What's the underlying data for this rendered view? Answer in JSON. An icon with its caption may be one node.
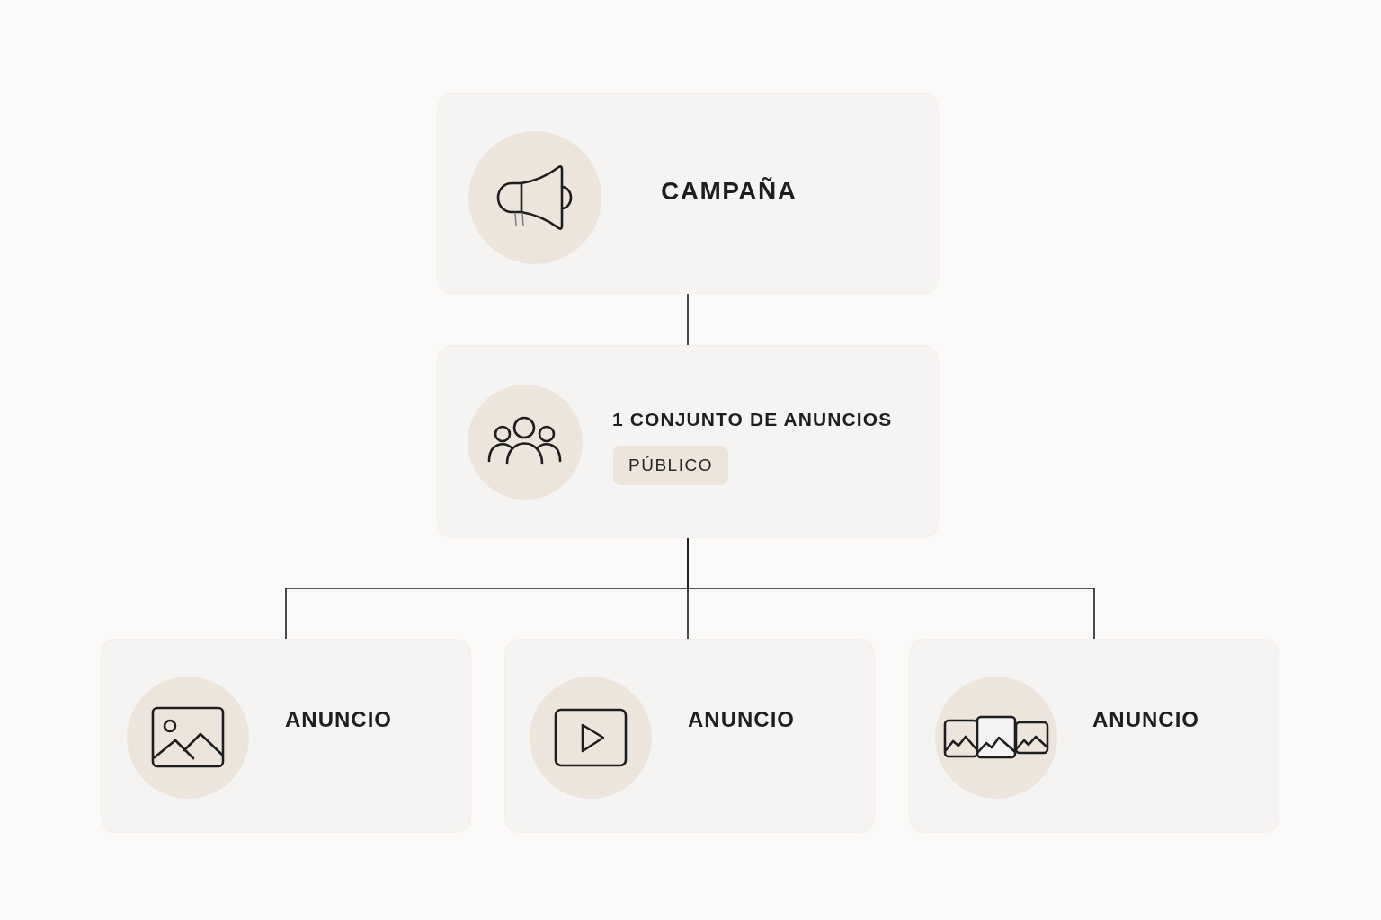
{
  "diagram": {
    "nodes": [
      {
        "text": [
          "CAMPAÑA"
        ]
      },
      {
        "text": [
          "1 CONJUNTO DE ANUNCIOS"
        ]
      },
      {
        "text": [
          "PÚBLICO"
        ],
        "in": 1
      },
      {
        "text": [
          "ANUNCIO"
        ]
      },
      {
        "text": [
          "ANUNCIO"
        ]
      },
      {
        "text": [
          "ANUNCIO"
        ]
      }
    ],
    "edges": [
      {
        "from": 0,
        "to": 1,
        "arrow": "none"
      },
      {
        "from": 1,
        "to": 3,
        "arrow": "none"
      },
      {
        "from": 1,
        "to": 4,
        "arrow": "none"
      },
      {
        "from": 1,
        "to": 5,
        "arrow": "none"
      }
    ]
  }
}
